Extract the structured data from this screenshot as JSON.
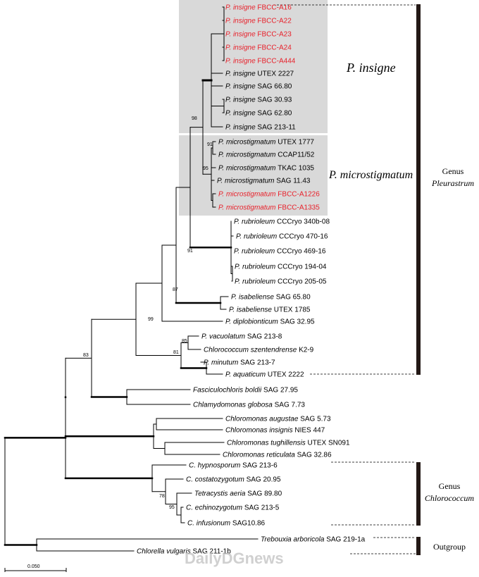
{
  "tree": {
    "taxa": [
      {
        "id": "t1",
        "species": "P. insigne",
        "strain": "FBCC-A16",
        "color": "#e8202a"
      },
      {
        "id": "t2",
        "species": "P. insigne",
        "strain": "FBCC-A22",
        "color": "#e8202a"
      },
      {
        "id": "t3",
        "species": "P. insigne",
        "strain": "FBCC-A23",
        "color": "#e8202a"
      },
      {
        "id": "t4",
        "species": "P. insigne",
        "strain": "FBCC-A24",
        "color": "#e8202a"
      },
      {
        "id": "t5",
        "species": "P. insigne",
        "strain": "FBCC-A444",
        "color": "#e8202a"
      },
      {
        "id": "t6",
        "species": "P. insigne",
        "strain": "UTEX 2227",
        "color": "#000000"
      },
      {
        "id": "t7",
        "species": "P. insigne",
        "strain": "SAG 66.80",
        "color": "#000000"
      },
      {
        "id": "t8",
        "species": "P. insigne",
        "strain": "SAG 30.93",
        "color": "#000000"
      },
      {
        "id": "t9",
        "species": "P. insigne",
        "strain": "SAG 62.80",
        "color": "#000000"
      },
      {
        "id": "t10",
        "species": "P. insigne",
        "strain": "SAG 213-11",
        "color": "#000000"
      },
      {
        "id": "t11",
        "species": "P. microstigmatum",
        "strain": "UTEX 1777",
        "color": "#000000"
      },
      {
        "id": "t12",
        "species": "P. microstigmatum",
        "strain": "CCAP11/52",
        "color": "#000000"
      },
      {
        "id": "t13",
        "species": "P. microstigmatum",
        "strain": "TKAC 1035",
        "color": "#000000"
      },
      {
        "id": "t14",
        "species": "P. microstigmatum",
        "strain": "SAG 11.43",
        "color": "#000000"
      },
      {
        "id": "t15",
        "species": "P. microstigmatum",
        "strain": "FBCC-A1226",
        "color": "#e8202a"
      },
      {
        "id": "t16",
        "species": "P. microstigmatum",
        "strain": "FBCC-A1335",
        "color": "#e8202a"
      },
      {
        "id": "t17",
        "species": "P. rubrioleum",
        "strain": "CCCryo 340b-08",
        "color": "#000000"
      },
      {
        "id": "t18",
        "species": "P. rubrioleum",
        "strain": "CCCryo 470-16",
        "color": "#000000"
      },
      {
        "id": "t19",
        "species": "P. rubrioleum",
        "strain": "CCCryo 469-16",
        "color": "#000000"
      },
      {
        "id": "t20",
        "species": "P. rubrioleum",
        "strain": "CCCryo 194-04",
        "color": "#000000"
      },
      {
        "id": "t21",
        "species": "P. rubrioleum",
        "strain": "CCCryo 205-05",
        "color": "#000000"
      },
      {
        "id": "t22",
        "species": "P. isabeliense",
        "strain": "SAG 65.80",
        "color": "#000000"
      },
      {
        "id": "t23",
        "species": "P. isabeliense",
        "strain": "UTEX 1785",
        "color": "#000000"
      },
      {
        "id": "t24",
        "species": "P. diplobionticum",
        "strain": "SAG 32.95",
        "color": "#000000"
      },
      {
        "id": "t25",
        "species": "P. vacuolatum",
        "strain": "SAG 213-8",
        "color": "#000000"
      },
      {
        "id": "t26",
        "species": "Chlorococcum szentendrense",
        "strain": "K2-9",
        "color": "#000000"
      },
      {
        "id": "t27",
        "species": "P. minutum",
        "strain": "SAG 213-7",
        "color": "#000000"
      },
      {
        "id": "t28",
        "species": "P. aquaticum",
        "strain": "UTEX 2222",
        "color": "#000000"
      },
      {
        "id": "t29",
        "species": "Fasciculochloris boldii",
        "strain": "SAG 27.95",
        "color": "#000000"
      },
      {
        "id": "t30",
        "species": "Chlamydomonas globosa",
        "strain": "SAG 7.73",
        "color": "#000000"
      },
      {
        "id": "t31",
        "species": "Chloromonas augustae",
        "strain": "SAG 5.73",
        "color": "#000000"
      },
      {
        "id": "t32",
        "species": "Chloromonas insignis",
        "strain": "NIES 447",
        "color": "#000000"
      },
      {
        "id": "t33",
        "species": "Chloromonas tughillensis",
        "strain": "UTEX SN091",
        "color": "#000000"
      },
      {
        "id": "t34",
        "species": "Chloromonas reticulata",
        "strain": "SAG 32.86",
        "color": "#000000"
      },
      {
        "id": "t35",
        "species": "C. hypnosporum",
        "strain": "SAG 213-6",
        "color": "#000000"
      },
      {
        "id": "t36",
        "species": "C. costatozygotum",
        "strain": "SAG 20.95",
        "color": "#000000"
      },
      {
        "id": "t37",
        "species": "Tetracystis aeria",
        "strain": "SAG 89.80",
        "color": "#000000"
      },
      {
        "id": "t38",
        "species": "C. echinozygotum",
        "strain": "SAG 213-5",
        "color": "#000000"
      },
      {
        "id": "t39",
        "species": "C. infusionum",
        "strain": "SAG10.86",
        "color": "#000000"
      },
      {
        "id": "t40",
        "species": "Trebouxia arboricola",
        "strain": "SAG 219-1a",
        "color": "#000000"
      },
      {
        "id": "t41",
        "species": "Chlorella vulgaris",
        "strain": "SAG 211-1b",
        "color": "#000000"
      }
    ],
    "bootstrap": [
      {
        "id": "b98",
        "value": "98"
      },
      {
        "id": "b91a",
        "value": "91"
      },
      {
        "id": "b95a",
        "value": "95"
      },
      {
        "id": "b91b",
        "value": "91"
      },
      {
        "id": "b87",
        "value": "87"
      },
      {
        "id": "b99",
        "value": "99"
      },
      {
        "id": "b85",
        "value": "85"
      },
      {
        "id": "b81",
        "value": "81"
      },
      {
        "id": "b83",
        "value": "83"
      },
      {
        "id": "b78",
        "value": "78"
      },
      {
        "id": "b95b",
        "value": "95"
      }
    ]
  },
  "clade_labels": {
    "insigne": "P. insigne",
    "microstigmatum": "P. microstigmatum"
  },
  "groups": {
    "pleurastrum": {
      "word": "Genus",
      "name": "Pleurastrum"
    },
    "chlorococcum": {
      "word": "Genus",
      "name": "Chlorococcum"
    },
    "outgroup": {
      "word": "Outgroup"
    }
  },
  "scale_bar": {
    "label": "0.050"
  },
  "watermark": "DailyDGnews",
  "colors": {
    "highlight": "#e8202a",
    "shade": "#d9d9d9",
    "bar": "#231815"
  }
}
